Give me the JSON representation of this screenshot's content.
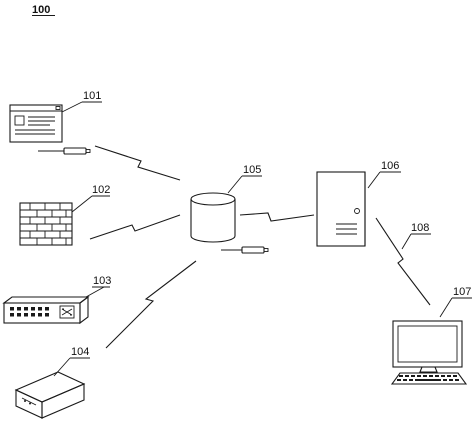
{
  "figure": {
    "number": "100"
  },
  "nodes": [
    {
      "id": "101",
      "icon": "browser-window-icon"
    },
    {
      "id": "102",
      "icon": "firewall-brick-wall-icon"
    },
    {
      "id": "103",
      "icon": "network-switch-icon"
    },
    {
      "id": "104",
      "icon": "router-box-icon"
    },
    {
      "id": "105",
      "icon": "database-cylinder-icon"
    },
    {
      "id": "106",
      "icon": "server-tower-icon"
    },
    {
      "id": "107",
      "icon": "desktop-computer-icon"
    }
  ],
  "links": [
    {
      "from": "101",
      "to": "105",
      "type": "wireless"
    },
    {
      "from": "102",
      "to": "105",
      "type": "wireless"
    },
    {
      "from": "104",
      "to": "105",
      "type": "wireless"
    },
    {
      "from": "105",
      "to": "106",
      "type": "wireless"
    },
    {
      "from": "106",
      "to": "107",
      "type": "wireless",
      "label": "108"
    }
  ],
  "colors": {
    "line": "#1a1a1a",
    "background": "#ffffff"
  }
}
